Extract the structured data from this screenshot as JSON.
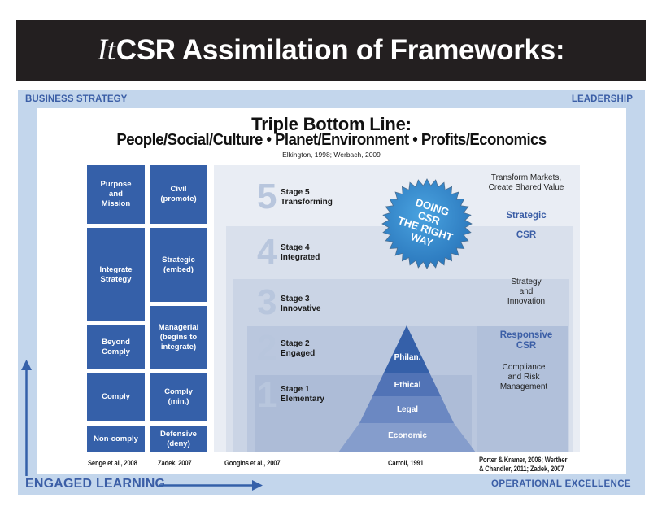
{
  "title": {
    "italic_prefix": "It",
    "text": "CSR Assimilation of Frameworks:"
  },
  "frame": {
    "top_left": "BUSINESS STRATEGY",
    "top_right": "LEADERSHIP",
    "bottom_left": "ENGAGED LEARNING",
    "bottom_right": "OPERATIONAL EXCELLENCE"
  },
  "heading": {
    "title": "Triple Bottom Line:",
    "subtitle": "People/Social/Culture •  Planet/Environment  •  Profits/Economics",
    "citation": "Elkington, 1998; Werbach, 2009"
  },
  "senge": {
    "citation": "Senge et al., 2008",
    "boxes": [
      "Purpose\nand\nMission",
      "Integrate\nStrategy",
      "Beyond\nComply",
      "Comply",
      "Non-comply"
    ]
  },
  "zadek": {
    "citation": "Zadek, 2007",
    "boxes": [
      "Civil\n(promote)",
      "Strategic\n(embed)",
      "Managerial\n(begins to\nintegrate)",
      "Comply\n(min.)",
      "Defensive\n(deny)"
    ]
  },
  "googins": {
    "citation": "Googins et al., 2007",
    "stages": [
      {
        "number": "5",
        "label": "Stage 5\nTransforming"
      },
      {
        "number": "4",
        "label": "Stage 4\nIntegrated"
      },
      {
        "number": "3",
        "label": "Stage 3\nInnovative"
      },
      {
        "number": "2",
        "label": "Stage 2\nEngaged"
      },
      {
        "number": "1",
        "label": "Stage 1\nElementary"
      }
    ]
  },
  "badge": {
    "lines": [
      "DOING",
      "CSR",
      "THE RIGHT",
      "WAY"
    ],
    "color": "#3a8fd0"
  },
  "carroll": {
    "citation": "Carroll, 1991",
    "levels": [
      "Philan.",
      "Ethical",
      "Legal",
      "Economic"
    ]
  },
  "porter": {
    "citation": "Porter & Kramer, 2006; Werther\n& Chandler, 2011; Zadek, 2007",
    "transform_text": "Transform Markets,\nCreate Shared Value",
    "strategic_head": "Strategic",
    "strategic_csr": "CSR",
    "strategic_desc": "Strategy\nand\nInnovation",
    "responsive_head": "Responsive\nCSR",
    "responsive_desc": "Compliance\nand Risk\nManagement"
  },
  "colors": {
    "title_bar": "#231f20",
    "frame": "#c3d6ec",
    "accent_text": "#3b5ea6",
    "box_blue": "#3560a9"
  }
}
